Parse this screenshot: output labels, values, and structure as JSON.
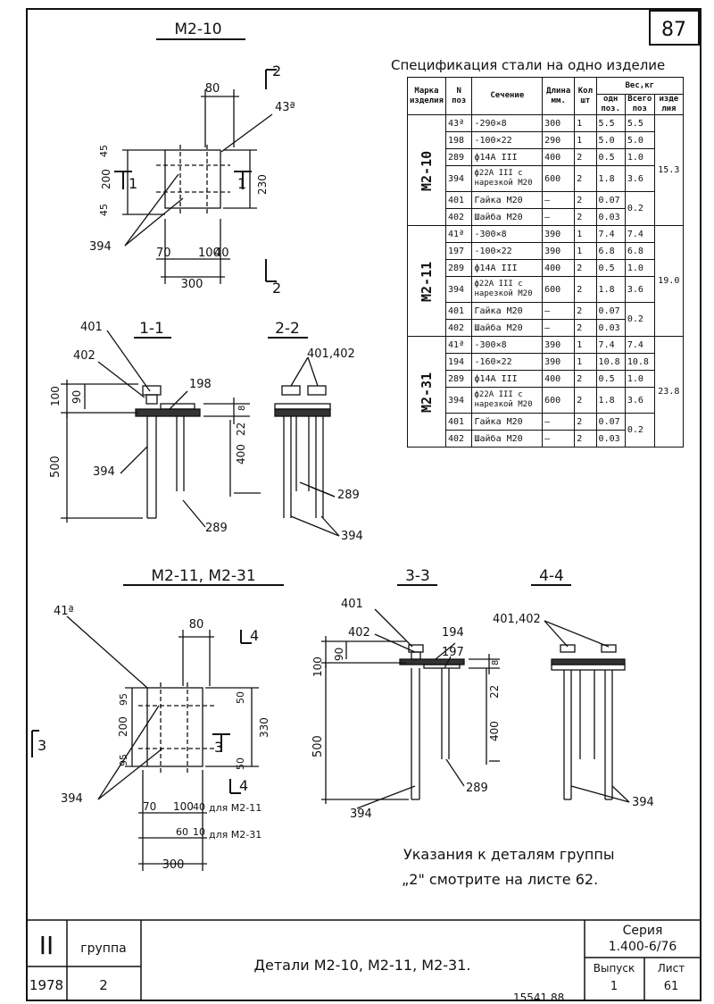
{
  "sheet": {
    "page_number": "87",
    "stamp": "15541 88",
    "note_line1": "Указания к деталям группы",
    "note_line2": "„2\" смотрите на листе 62."
  },
  "views": {
    "plan_m2_10": "M2-10",
    "section_1_1": "1-1",
    "section_2_2": "2-2",
    "plan_m2_11_31": "M2-11, M2-31",
    "section_3_3": "3-3",
    "section_4_4": "4-4"
  },
  "dims": {
    "d80a": "80",
    "d43a": "43ª",
    "d200": "200",
    "d45a": "45",
    "d45b": "45",
    "d230": "230",
    "d70a": "70",
    "d100a": "100",
    "d40a": "40",
    "d300a": "300",
    "d394a": "394",
    "cut1": "1",
    "cut2": "2",
    "d401a": "401",
    "d402a": "402",
    "d198": "198",
    "d100b": "100",
    "d90a": "90",
    "d8a": "8",
    "d22a": "22",
    "d500a": "500",
    "d400a": "400",
    "d394b": "394",
    "d289a": "289",
    "d401_402a": "401,402",
    "d289b": "289",
    "d394c": "394",
    "d41a": "41ª",
    "d80b": "80",
    "d95a": "95",
    "d200b": "200",
    "d95b": "95",
    "d50a": "50",
    "d330": "330",
    "d50b": "50",
    "cut3": "3",
    "cut4": "4",
    "d394d": "394",
    "d70b": "70",
    "d100c": "100",
    "d40b": "40",
    "for_m211": "для M2-11",
    "d60": "60",
    "d10": "10",
    "for_m231": "для M2-31",
    "d300b": "300",
    "d401b": "401",
    "d402b": "402",
    "d194": "194",
    "d197": "197",
    "d100d": "100",
    "d90b": "90",
    "d8b": "8",
    "d22b": "22",
    "d500b": "500",
    "d400b": "400",
    "d289c": "289",
    "d394e": "394",
    "d401_402b": "401,402",
    "d394f": "394"
  },
  "spec": {
    "title": "Спецификация стали на одно изделие",
    "headers": {
      "mark": "Марка изделия",
      "pos": "N поз",
      "section": "Сечение",
      "length": "Длина мм.",
      "qty": "Кол шт",
      "weight": "Вес,кг",
      "one": "одн поз.",
      "all": "Всего поз",
      "item": "изде лия"
    },
    "groups": [
      {
        "mark": "M2-10",
        "total": "15.3",
        "rows": [
          {
            "pos": "43ª",
            "section": "-290×8",
            "length": "300",
            "qty": "1",
            "one": "5.5",
            "all": "5.5"
          },
          {
            "pos": "198",
            "section": "-100×22",
            "length": "290",
            "qty": "1",
            "one": "5.0",
            "all": "5.0"
          },
          {
            "pos": "289",
            "section": "ф14А III",
            "length": "400",
            "qty": "2",
            "one": "0.5",
            "all": "1.0"
          },
          {
            "pos": "394",
            "section": "ф22А III с нарезкой M20",
            "length": "600",
            "qty": "2",
            "one": "1.8",
            "all": "3.6"
          },
          {
            "pos": "401",
            "section": "Гайка M20",
            "length": "—",
            "qty": "2",
            "one": "0.07",
            "all": "0.2"
          },
          {
            "pos": "402",
            "section": "Шайба M20",
            "length": "—",
            "qty": "2",
            "one": "0.03",
            "all": ""
          }
        ]
      },
      {
        "mark": "M2-11",
        "total": "19.0",
        "rows": [
          {
            "pos": "41ª",
            "section": "-300×8",
            "length": "390",
            "qty": "1",
            "one": "7.4",
            "all": "7.4"
          },
          {
            "pos": "197",
            "section": "-100×22",
            "length": "390",
            "qty": "1",
            "one": "6.8",
            "all": "6.8"
          },
          {
            "pos": "289",
            "section": "ф14А III",
            "length": "400",
            "qty": "2",
            "one": "0.5",
            "all": "1.0"
          },
          {
            "pos": "394",
            "section": "ф22А III с нарезкой M20",
            "length": "600",
            "qty": "2",
            "one": "1.8",
            "all": "3.6"
          },
          {
            "pos": "401",
            "section": "Гайка M20",
            "length": "—",
            "qty": "2",
            "one": "0.07",
            "all": "0.2"
          },
          {
            "pos": "402",
            "section": "Шайба M20",
            "length": "—",
            "qty": "2",
            "one": "0.03",
            "all": ""
          }
        ]
      },
      {
        "mark": "M2-31",
        "total": "23.8",
        "rows": [
          {
            "pos": "41ª",
            "section": "-300×8",
            "length": "390",
            "qty": "1",
            "one": "7.4",
            "all": "7.4"
          },
          {
            "pos": "194",
            "section": "-160×22",
            "length": "390",
            "qty": "1",
            "one": "10.8",
            "all": "10.8"
          },
          {
            "pos": "289",
            "section": "ф14А III",
            "length": "400",
            "qty": "2",
            "one": "0.5",
            "all": "1.0"
          },
          {
            "pos": "394",
            "section": "ф22А III с нарезкой M20",
            "length": "600",
            "qty": "2",
            "one": "1.8",
            "all": "3.6"
          },
          {
            "pos": "401",
            "section": "Гайка M20",
            "length": "—",
            "qty": "2",
            "one": "0.07",
            "all": "0.2"
          },
          {
            "pos": "402",
            "section": "Шайба M20",
            "length": "—",
            "qty": "2",
            "one": "0.03",
            "all": ""
          }
        ]
      }
    ]
  },
  "title_block": {
    "roman": "II",
    "group_label": "группа",
    "year": "1978",
    "group_num": "2",
    "title": "Детали M2-10, M2-11, M2-31.",
    "series_label": "Серия",
    "series": "1.400-6/76",
    "issue_label": "Выпуск",
    "issue": "1",
    "sheet_label": "Лист",
    "sheet": "61"
  }
}
